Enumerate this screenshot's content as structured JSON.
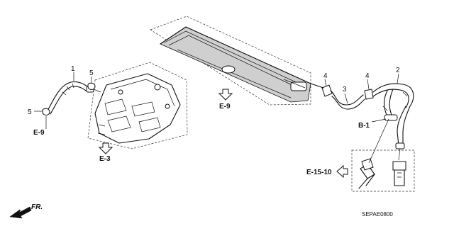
{
  "diagram": {
    "parts": {
      "p1": "1",
      "p2": "2",
      "p3": "3",
      "p4a": "4",
      "p4b": "4",
      "p5a": "5",
      "p5b": "5"
    },
    "refs": {
      "e9_left": "E-9",
      "e9_center": "E-9",
      "e3": "E-3",
      "b1": "B-1",
      "e1510": "E-15-10"
    },
    "direction_label": "FR.",
    "diagram_code": "SEPAE0800"
  }
}
